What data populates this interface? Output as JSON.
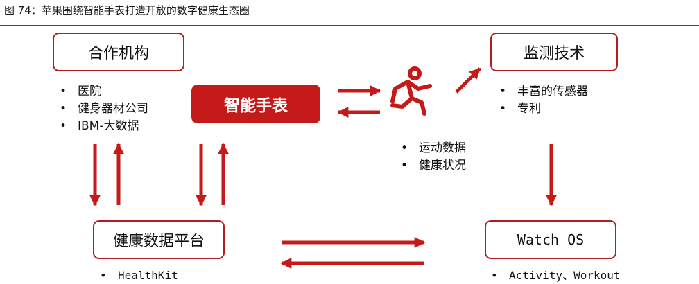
{
  "caption": "图 74：苹果围绕智能手表打造开放的数字健康生态圈",
  "nodes": {
    "partners": "合作机构",
    "tech": "监测技术",
    "watch": "智能手表",
    "platform": "健康数据平台",
    "os": "Watch OS"
  },
  "lists": {
    "partners": [
      "医院",
      "健身器材公司",
      "IBM-大数据"
    ],
    "tech": [
      "丰富的传感器",
      "专利"
    ],
    "runner": [
      "运动数据",
      "健康状况"
    ],
    "platform": [
      "HealthKit"
    ],
    "os": [
      "Activity、Workout"
    ]
  },
  "icons": {
    "runner": "running-person-icon"
  },
  "colors": {
    "accent": "#c41a1a",
    "rule": "#b01c1c"
  }
}
